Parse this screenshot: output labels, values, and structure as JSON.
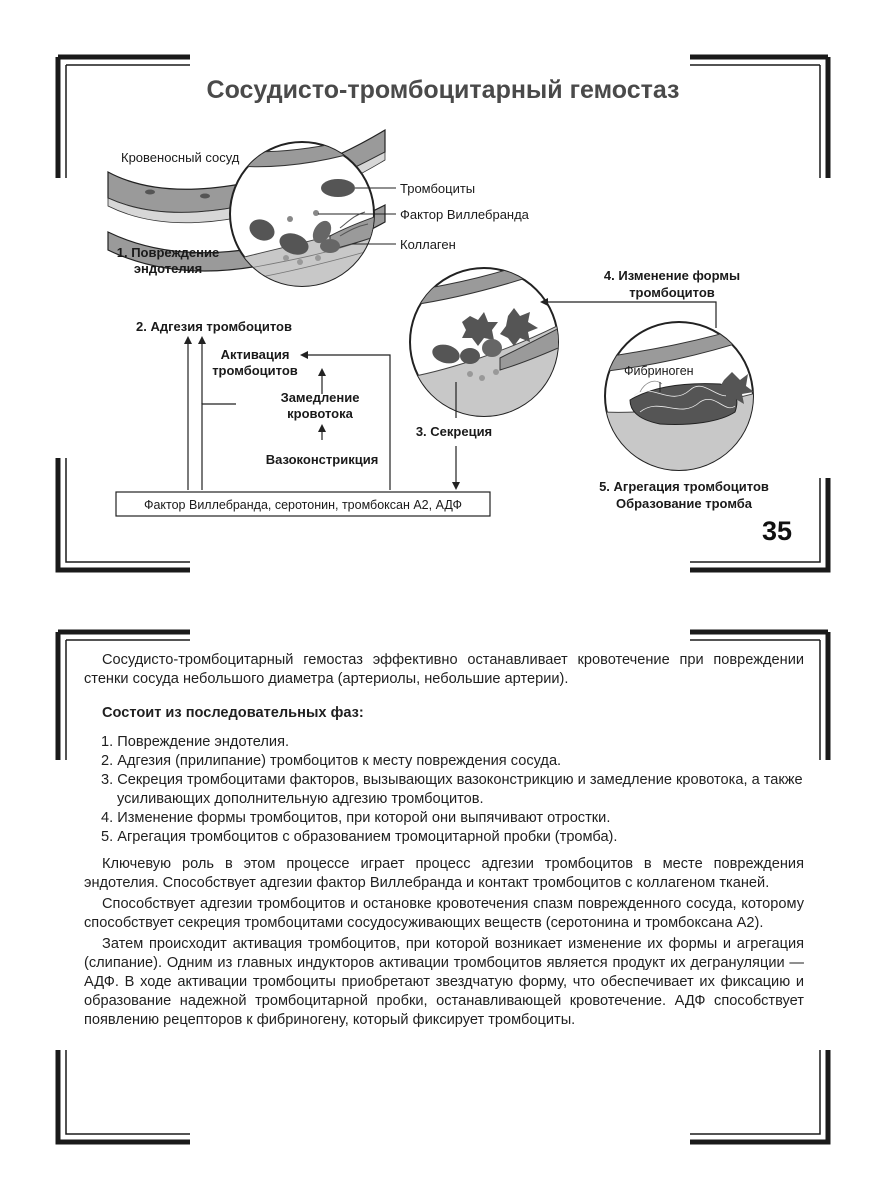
{
  "page": {
    "title": "Сосудисто-тромбоцитарный гемостаз",
    "page_number": "35"
  },
  "diagram": {
    "vessel_label": "Кровеносный сосуд",
    "platelets_label": "Тромбоциты",
    "vwf_label": "Фактор Виллебранда",
    "collagen_label": "Коллаген",
    "fibrinogen_label": "Фибриноген",
    "step1": [
      "1. Повреждение",
      "эндотелия"
    ],
    "step2": "2. Адгезия тромбоцитов",
    "step3": "3. Секреция",
    "step4": [
      "4. Изменение формы",
      "тромбоцитов"
    ],
    "step5": [
      "5. Агрегация тромбоцитов",
      "Образование тромба"
    ],
    "activation": [
      "Активация",
      "тромбоцитов"
    ],
    "slowing": [
      "Замедление",
      "кровотока"
    ],
    "vasoconstriction": "Вазоконстрикция",
    "factors_box": "Фактор Виллебранда, серотонин, тромбоксан А2, АДФ"
  },
  "text": {
    "intro": "Сосудисто-тромбоцитарный гемостаз эффективно останавливает кровотечение при повреждении стенки сосуда небольшого диаметра (артериолы, небольшие артерии).",
    "phases_heading": "Состоит из последовательных фаз:",
    "phases": [
      "1. Повреждение эндотелия.",
      "2. Адгезия (прилипание) тромбоцитов к месту повреждения сосуда.",
      "3. Секреция тромбоцитами факторов, вызывающих вазоконстрикцию и замедление кровотока, а также усиливающих дополнительную адгезию тромбоцитов.",
      "4. Изменение формы тромбоцитов, при которой они выпячивают отростки.",
      "5. Агрегация тромбоцитов с образованием тромоцитарной пробки (тромба)."
    ],
    "para1": "Ключевую роль в этом процессе играет процесс адгезии тромбоцитов в месте повреждения эндотелия. Способствует адгезии фактор Виллебранда и контакт тромбоцитов с коллагеном тканей.",
    "para2": "Способствует адгезии тромбоцитов и остановке кровотечения спазм поврежденного сосуда, которому способствует секреция тромбоцитами сосудосуживающих веществ (серотонина и тромбоксана А2).",
    "para3": "Затем происходит активация тромбоцитов, при которой возникает изменение их формы и агрегация (слипание). Одним из главных индукторов активации тромбоцитов является продукт их дегрануляции — АДФ. В ходе активации тромбоциты приобретают звездчатую форму, что обеспечивает их фиксацию и образование надежной тромбоцитарной пробки, останавливающей кровотечение. АДФ способствует появлению рецепторов к фибриногену, который фиксирует тромбоциты."
  }
}
